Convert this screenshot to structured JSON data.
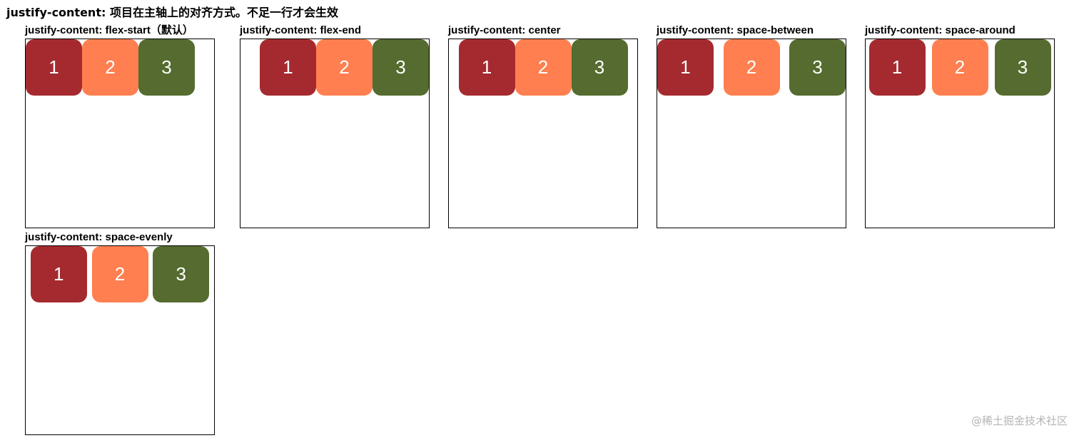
{
  "page": {
    "title": "justify-content: 项目在主轴上的对齐方式。不足一行才会生效"
  },
  "demos": [
    {
      "label": "justify-content: flex-start（默认）",
      "items": [
        "1",
        "2",
        "3"
      ]
    },
    {
      "label": "justify-content: flex-end",
      "items": [
        "1",
        "2",
        "3"
      ]
    },
    {
      "label": "justify-content: center",
      "items": [
        "1",
        "2",
        "3"
      ]
    },
    {
      "label": "justify-content: space-between",
      "items": [
        "1",
        "2",
        "3"
      ]
    },
    {
      "label": "justify-content: space-around",
      "items": [
        "1",
        "2",
        "3"
      ]
    },
    {
      "label": "justify-content: space-evenly",
      "items": [
        "1",
        "2",
        "3"
      ]
    }
  ],
  "colors": {
    "item_1": "#a52a2f",
    "item_2": "#ff7f50",
    "item_3": "#556b2f"
  },
  "watermark": {
    "text": "@稀土掘金技术社区"
  }
}
